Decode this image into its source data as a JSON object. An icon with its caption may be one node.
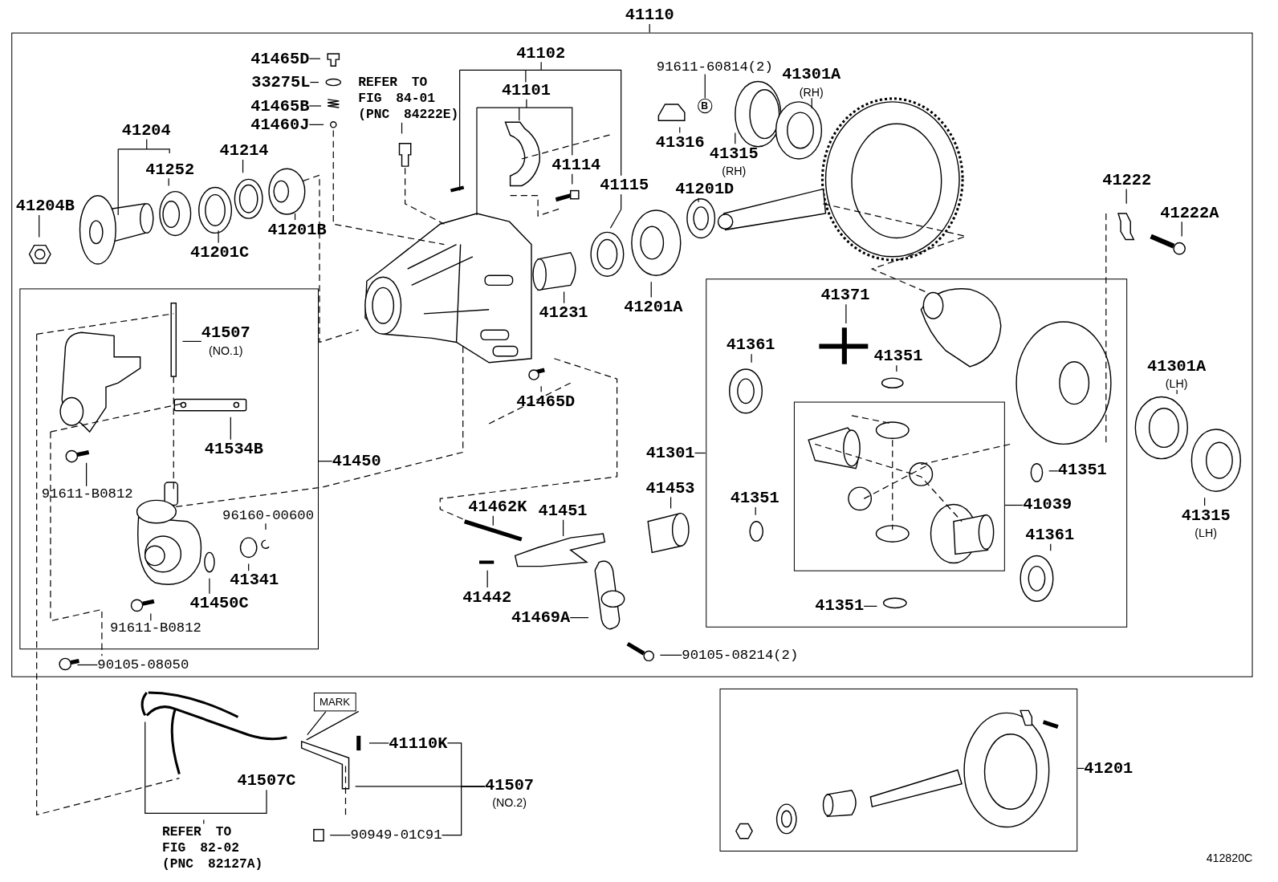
{
  "diagram": {
    "nodes": [
      {
        "text": [
          "41110"
        ]
      },
      {
        "text": [],
        "shape": "box"
      },
      {
        "text": [
          "41465D"
        ],
        "in": 1
      },
      {
        "text": [
          "33275L"
        ],
        "in": 1
      },
      {
        "text": [
          "41465B"
        ],
        "in": 1
      },
      {
        "text": [
          "41460J"
        ],
        "in": 1
      },
      {
        "text": [
          "REFER TO FIG 84-01 (PNC 84222E)"
        ],
        "in": 1
      },
      {
        "text": [
          "41102"
        ],
        "in": 1
      },
      {
        "text": [
          "41101"
        ],
        "in": 1
      },
      {
        "text": [
          "91611-60814(2)"
        ],
        "in": 1
      },
      {
        "text": [
          "B"
        ],
        "in": 1
      },
      {
        "text": [
          "41301A",
          "(RH)"
        ],
        "in": 1
      },
      {
        "text": [
          "41204"
        ],
        "in": 1
      },
      {
        "text": [
          "41316"
        ],
        "in": 1
      },
      {
        "text": [
          "41315",
          "(RH)"
        ],
        "in": 1
      },
      {
        "text": [
          "41214"
        ],
        "in": 1
      },
      {
        "text": [
          "41252"
        ],
        "in": 1
      },
      {
        "text": [
          "41201D"
        ],
        "in": 1
      },
      {
        "text": [
          "41222"
        ],
        "in": 1
      },
      {
        "text": [
          "41204B"
        ],
        "in": 1
      },
      {
        "text": [
          "41222A"
        ],
        "in": 1
      },
      {
        "text": [
          "41201B"
        ],
        "in": 1
      },
      {
        "text": [
          "41201C"
        ],
        "in": 1
      },
      {
        "text": [],
        "shape": "box",
        "in": 1
      },
      {
        "text": [
          "41507",
          "(NO.1)"
        ],
        "in": 23
      },
      {
        "text": [
          "41534B"
        ],
        "in": 23
      },
      {
        "text": [
          "91611-B0812"
        ],
        "in": 23
      },
      {
        "text": [
          "96160-00600"
        ],
        "in": 23
      },
      {
        "text": [
          "41341"
        ],
        "in": 23
      },
      {
        "text": [
          "41450C"
        ],
        "in": 23
      },
      {
        "text": [
          "91611-B0812"
        ],
        "in": 23
      },
      {
        "text": [
          "41450"
        ],
        "in": 1
      },
      {
        "text": [
          "41231"
        ],
        "in": 1
      },
      {
        "text": [
          "41201A"
        ],
        "in": 1
      },
      {
        "text": [],
        "shape": "box",
        "in": 1
      },
      {
        "text": [
          "41371"
        ],
        "in": 34
      },
      {
        "text": [
          "41361"
        ],
        "in": 34
      },
      {
        "text": [
          "41351"
        ],
        "in": 34
      },
      {
        "text": [],
        "shape": "box",
        "in": 34
      },
      {
        "text": [
          "41351"
        ],
        "in": 34
      },
      {
        "text": [
          "41039"
        ],
        "in": 34
      },
      {
        "text": [
          "41351"
        ],
        "in": 34
      },
      {
        "text": [
          "41361"
        ],
        "in": 34
      },
      {
        "text": [
          "41351"
        ],
        "in": 34
      },
      {
        "text": [
          "41301"
        ],
        "in": 1
      },
      {
        "text": [
          "41465D"
        ],
        "in": 1
      },
      {
        "text": [
          "41453"
        ],
        "in": 1
      },
      {
        "text": [
          "41462K"
        ],
        "in": 1
      },
      {
        "text": [
          "41451"
        ],
        "in": 1
      },
      {
        "text": [
          "41442"
        ],
        "in": 1
      },
      {
        "text": [
          "41469A"
        ],
        "in": 1
      },
      {
        "text": [
          "90105-08214(2)"
        ],
        "in": 1
      },
      {
        "text": [
          "90105-08050"
        ],
        "in": 1
      },
      {
        "text": [
          "41301A",
          "(LH)"
        ],
        "in": 1
      },
      {
        "text": [
          "41315",
          "(LH)"
        ],
        "in": 1
      },
      {
        "text": [
          "MARK"
        ]
      },
      {
        "text": [
          "41110K"
        ]
      },
      {
        "text": [
          "41507",
          "(NO.2)"
        ]
      },
      {
        "text": [
          "41507C"
        ]
      },
      {
        "text": [
          "90949-01C91"
        ]
      },
      {
        "text": [
          "REFER TO FIG 82-02 (PNC 82127A)"
        ]
      },
      {
        "text": [],
        "shape": "box"
      },
      {
        "text": [
          "41201"
        ]
      }
    ],
    "edges": [
      {
        "from": 0,
        "to": 1,
        "arrow": "none"
      },
      {
        "from": 2,
        "to": null,
        "arrow": "none"
      },
      {
        "from": 3,
        "to": null,
        "arrow": "none"
      },
      {
        "from": 4,
        "to": null,
        "arrow": "none"
      },
      {
        "from": 5,
        "to": null,
        "arrow": "none"
      },
      {
        "from": 6,
        "to": null,
        "arrow": "none"
      },
      {
        "from": 7,
        "to": null,
        "arrow": "none"
      },
      {
        "from": 8,
        "to": null,
        "arrow": "none"
      },
      {
        "from": 9,
        "to": 10,
        "arrow": "none"
      },
      {
        "from": 11,
        "to": null,
        "arrow": "none"
      },
      {
        "from": 12,
        "to": null,
        "arrow": "none"
      },
      {
        "from": 13,
        "to": null,
        "arrow": "none"
      },
      {
        "from": 14,
        "to": null,
        "arrow": "none"
      },
      {
        "from": 15,
        "to": null,
        "arrow": "none"
      },
      {
        "from": 16,
        "to": null,
        "arrow": "none"
      },
      {
        "from": 17,
        "to": null,
        "arrow": "none"
      },
      {
        "from": 18,
        "to": null,
        "arrow": "none"
      },
      {
        "from": 19,
        "to": null,
        "arrow": "none"
      },
      {
        "from": 20,
        "to": null,
        "arrow": "none"
      },
      {
        "from": 21,
        "to": null,
        "arrow": "none"
      },
      {
        "from": 22,
        "to": null,
        "arrow": "none"
      },
      {
        "from": 31,
        "to": 23,
        "arrow": "none"
      },
      {
        "from": 24,
        "to": null,
        "arrow": "none"
      },
      {
        "from": 25,
        "to": null,
        "arrow": "none"
      },
      {
        "from": 26,
        "to": null,
        "arrow": "none"
      },
      {
        "from": 27,
        "to": null,
        "arrow": "none"
      },
      {
        "from": 28,
        "to": null,
        "arrow": "none"
      },
      {
        "from": 29,
        "to": null,
        "arrow": "none"
      },
      {
        "from": 30,
        "to": null,
        "arrow": "none"
      },
      {
        "from": 32,
        "to": null,
        "arrow": "none"
      },
      {
        "from": 33,
        "to": null,
        "arrow": "none"
      },
      {
        "from": 35,
        "to": null,
        "arrow": "none"
      },
      {
        "from": 36,
        "to": null,
        "arrow": "none"
      },
      {
        "from": 37,
        "to": null,
        "arrow": "none"
      },
      {
        "from": 39,
        "to": null,
        "arrow": "none"
      },
      {
        "from": 40,
        "to": 38,
        "arrow": "none"
      },
      {
        "from": 41,
        "to": null,
        "arrow": "none"
      },
      {
        "from": 42,
        "to": null,
        "arrow": "none"
      },
      {
        "from": 43,
        "to": null,
        "arrow": "none"
      },
      {
        "from": 44,
        "to": 34,
        "arrow": "none"
      },
      {
        "from": 45,
        "to": null,
        "arrow": "none"
      },
      {
        "from": 46,
        "to": null,
        "arrow": "none"
      },
      {
        "from": 47,
        "to": null,
        "arrow": "none"
      },
      {
        "from": 48,
        "to": null,
        "arrow": "none"
      },
      {
        "from": 49,
        "to": null,
        "arrow": "none"
      },
      {
        "from": 50,
        "to": null,
        "arrow": "none"
      },
      {
        "from": 51,
        "to": null,
        "arrow": "none"
      },
      {
        "from": 52,
        "to": null,
        "arrow": "none"
      },
      {
        "from": 53,
        "to": null,
        "arrow": "none"
      },
      {
        "from": 54,
        "to": null,
        "arrow": "none"
      },
      {
        "from": 55,
        "to": null,
        "arrow": "none"
      },
      {
        "from": 56,
        "to": null,
        "arrow": "none"
      },
      {
        "from": 57,
        "to": 56,
        "arrow": "none"
      },
      {
        "from": 57,
        "to": 59,
        "arrow": "none"
      },
      {
        "from": 57,
        "to": null,
        "arrow": "none"
      },
      {
        "from": 58,
        "to": null,
        "arrow": "none"
      },
      {
        "from": 59,
        "to": null,
        "arrow": "none"
      },
      {
        "from": 60,
        "to": null,
        "arrow": "none"
      },
      {
        "from": 62,
        "to": 61,
        "arrow": "none"
      }
    ],
    "labels": [
      "41114",
      "41115",
      "412820C"
    ]
  }
}
